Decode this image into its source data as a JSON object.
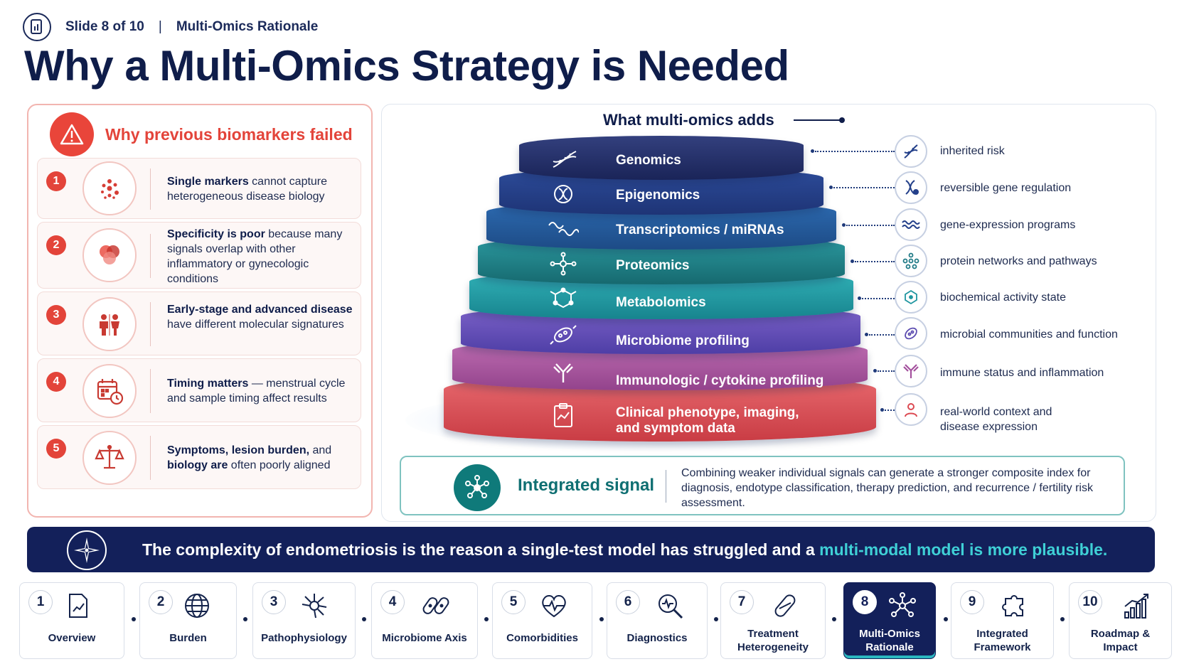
{
  "header": {
    "slide_counter": "Slide 8 of 10",
    "separator": "|",
    "section": "Multi-Omics Rationale",
    "title": "Why a Multi-Omics Strategy is Needed"
  },
  "left_panel": {
    "title": "Why previous biomarkers failed",
    "items": [
      {
        "num": "1",
        "icon": "dots-cluster-icon",
        "bold": "Single markers",
        "rest": " cannot capture heterogeneous disease biology"
      },
      {
        "num": "2",
        "icon": "overlap-circles-icon",
        "bold": "Specificity is poor",
        "rest": " because many signals overlap with other inflammatory or gynecologic conditions"
      },
      {
        "num": "3",
        "icon": "people-compare-icon",
        "bold": "Early-stage and advanced disease",
        "rest": " have different molecular signatures"
      },
      {
        "num": "4",
        "icon": "calendar-clock-icon",
        "bold": "Timing matters",
        "rest": " — menstrual cycle and sample timing affect results"
      },
      {
        "num": "5",
        "icon": "balance-scale-icon",
        "bold": "Symptoms, lesion burden,",
        "rest": " and ",
        "bold2": "biology are",
        "rest2": " often poorly aligned"
      }
    ]
  },
  "right_panel": {
    "title": "What multi-omics adds",
    "layers": [
      {
        "label": "Genomics",
        "color": "#1f2b6b",
        "icon": "dna-icon",
        "adds": "inherited risk",
        "adds_icon": "dna-icon"
      },
      {
        "label": "Epigenomics",
        "color": "#24408a",
        "icon": "dna-tag-icon",
        "adds": "reversible gene regulation",
        "adds_icon": "gene-regulation-icon"
      },
      {
        "label": "Transcriptomics / miRNAs",
        "color": "#23579a",
        "icon": "rna-strand-icon",
        "adds": "gene-expression programs",
        "adds_icon": "wave-icon"
      },
      {
        "label": "Proteomics",
        "color": "#1f7a86",
        "icon": "protein-network-icon",
        "adds": "protein networks and pathways",
        "adds_icon": "network-dots-icon"
      },
      {
        "label": "Metabolomics",
        "color": "#1f96a0",
        "icon": "molecule-icon",
        "adds": "biochemical activity state",
        "adds_icon": "molecule-icon"
      },
      {
        "label": "Microbiome profiling",
        "color": "#5b4bb0",
        "icon": "microbe-icon",
        "adds": "microbial communities and function",
        "adds_icon": "microbe-icon"
      },
      {
        "label": "Immunologic / cytokine profiling",
        "color": "#a4519e",
        "icon": "antibody-icon",
        "adds": "immune status and inflammation",
        "adds_icon": "antibody-icon"
      },
      {
        "label": "Clinical phenotype, imaging,",
        "label2": "and symptom data",
        "color": "#dc4a52",
        "icon": "clipboard-icon",
        "adds": "real-world context and",
        "adds2": "disease expression",
        "adds_icon": "person-icon"
      }
    ]
  },
  "integrated": {
    "label": "Integrated signal",
    "text": "Combining weaker individual signals can generate a stronger composite index for diagnosis, endotype classification, therapy prediction, and recurrence / fertility risk assessment."
  },
  "banner": {
    "text": "The complexity of endometriosis is the reason a single-test model has struggled and a ",
    "highlight": "multi-modal model is more plausible."
  },
  "nav": [
    {
      "num": "1",
      "label": "Overview",
      "icon": "chart-document-icon"
    },
    {
      "num": "2",
      "label": "Burden",
      "icon": "globe-icon"
    },
    {
      "num": "3",
      "label": "Pathophysiology",
      "icon": "cell-icon"
    },
    {
      "num": "4",
      "label": "Microbiome Axis",
      "icon": "bacteria-icon"
    },
    {
      "num": "5",
      "label": "Comorbidities",
      "icon": "heart-pulse-icon"
    },
    {
      "num": "6",
      "label": "Diagnostics",
      "icon": "magnifier-pulse-icon"
    },
    {
      "num": "7",
      "label": "Treatment",
      "label2": "Heterogeneity",
      "icon": "pill-icon"
    },
    {
      "num": "8",
      "label": "Multi-Omics",
      "label2": "Rationale",
      "icon": "network-icon",
      "active": true
    },
    {
      "num": "9",
      "label": "Integrated",
      "label2": "Framework",
      "icon": "puzzle-icon"
    },
    {
      "num": "10",
      "label": "Roadmap &",
      "label2": "Impact",
      "icon": "growth-chart-icon"
    }
  ]
}
